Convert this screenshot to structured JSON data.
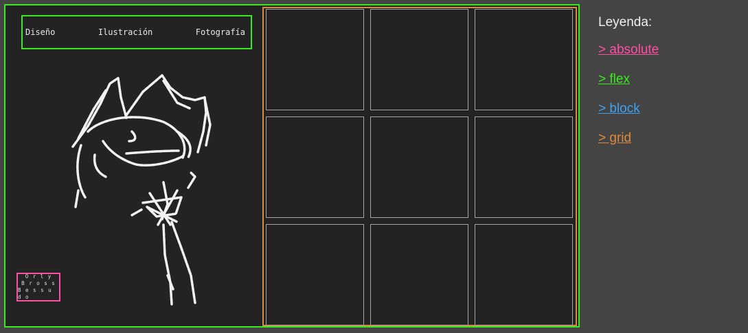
{
  "nav": {
    "items": [
      "Diseño",
      "Ilustración",
      "Fotografía"
    ]
  },
  "logo": {
    "lines": [
      "O r l y",
      "B r o s s",
      "B e s s u d o"
    ]
  },
  "grid": {
    "cell_count": 9
  },
  "legend": {
    "title": "Leyenda:",
    "items": [
      {
        "label": "> absolute",
        "color": "#ff4fa3"
      },
      {
        "label": "> flex",
        "color": "#39ea1c"
      },
      {
        "label": "> block",
        "color": "#3ea2f0"
      },
      {
        "label": "> grid",
        "color": "#e08a3c"
      }
    ]
  },
  "colors": {
    "flex": "#39ea1c",
    "absolute": "#ff4fa3",
    "grid": "#d98a42",
    "background": "#232323",
    "sidebar": "#444444"
  }
}
